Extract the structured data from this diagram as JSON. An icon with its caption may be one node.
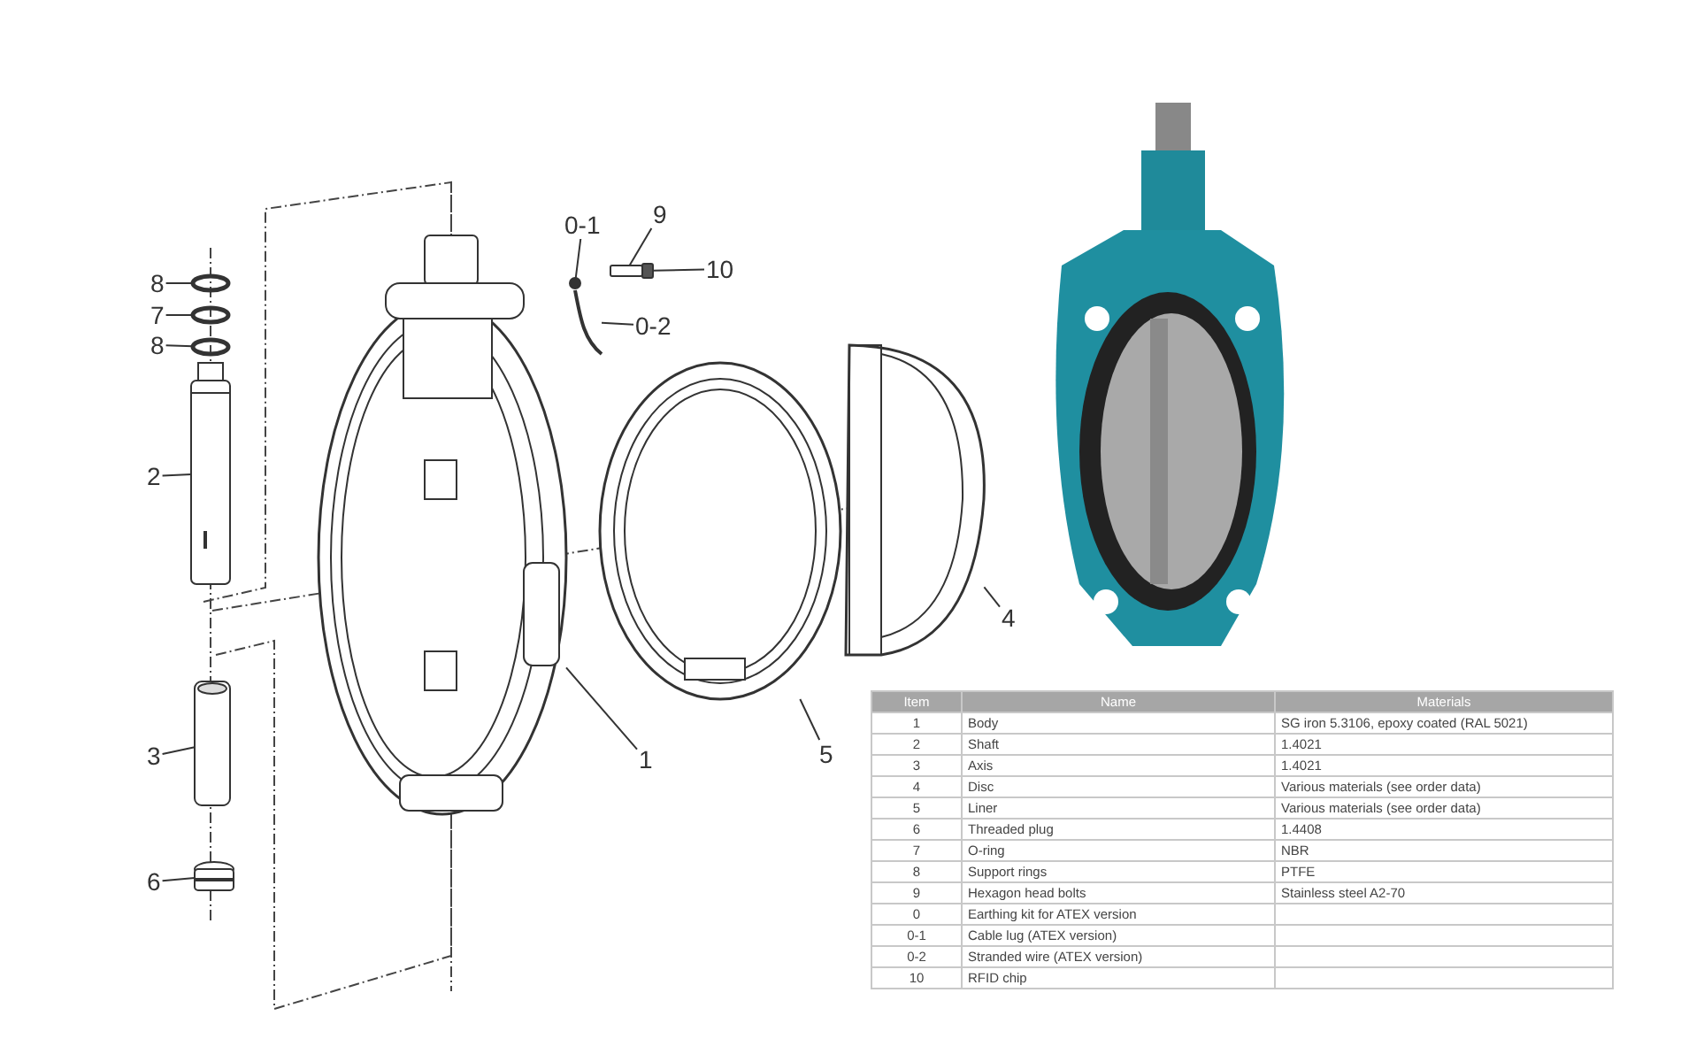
{
  "diagram": {
    "nodes": [
      {
        "text": [
          "8"
        ]
      },
      {
        "text": [],
        "shape": "circle"
      },
      {
        "text": [
          "7"
        ]
      },
      {
        "text": [],
        "shape": "circle"
      },
      {
        "text": [
          "8"
        ]
      },
      {
        "text": [],
        "shape": "circle"
      },
      {
        "text": [
          "2"
        ]
      },
      {
        "text": [],
        "shape": "picture"
      },
      {
        "text": [
          "0-1"
        ]
      },
      {
        "text": [],
        "shape": "circle"
      },
      {
        "text": [
          "9"
        ]
      },
      {
        "text": [],
        "shape": "box"
      },
      {
        "text": [
          "10"
        ]
      },
      {
        "text": [],
        "shape": "box"
      },
      {
        "text": [
          "0-2"
        ]
      },
      {
        "text": [],
        "shape": "picture"
      },
      {
        "text": [],
        "shape": "picture"
      },
      {
        "text": [],
        "shape": "picture"
      },
      {
        "text": [],
        "shape": "picture"
      },
      {
        "text": [
          "4"
        ]
      },
      {
        "text": [
          "5"
        ]
      },
      {
        "text": [
          "3"
        ]
      },
      {
        "text": [],
        "shape": "picture"
      },
      {
        "text": [
          "1"
        ]
      },
      {
        "text": [
          "6"
        ]
      },
      {
        "text": [],
        "shape": "picture"
      }
    ],
    "edges": [
      {
        "from": 0,
        "to": 1,
        "arrow": "none"
      },
      {
        "from": 2,
        "to": 3,
        "arrow": "none"
      },
      {
        "from": 4,
        "to": 5,
        "arrow": "none"
      },
      {
        "from": 6,
        "to": 7,
        "arrow": "none"
      },
      {
        "from": 8,
        "to": 9,
        "arrow": "none"
      },
      {
        "from": 10,
        "to": 11,
        "arrow": "none"
      },
      {
        "from": 12,
        "to": 13,
        "arrow": "none"
      },
      {
        "from": 14,
        "to": 15,
        "arrow": "none"
      },
      {
        "from": 19,
        "to": 18,
        "arrow": "none"
      },
      {
        "from": 20,
        "to": 17,
        "arrow": "none"
      },
      {
        "from": 21,
        "to": 22,
        "arrow": "none"
      },
      {
        "from": 23,
        "to": 16,
        "arrow": "none"
      },
      {
        "from": 24,
        "to": 25,
        "arrow": "none"
      }
    ],
    "labels": [
      "Item",
      "Name",
      "Materials",
      "1",
      "Body",
      "SG iron 5.3106, epoxy coated (RAL 5021)",
      "2",
      "Shaft",
      "1.4021",
      "3",
      "Axis",
      "1.4021",
      "4",
      "Disc",
      "Various materials (see order data)",
      "5",
      "Liner",
      "Various materials (see order data)",
      "6",
      "Threaded plug",
      "1.4408",
      "7",
      "O-ring",
      "NBR",
      "8",
      "Support rings",
      "PTFE",
      "9",
      "Hexagon head bolts",
      "Stainless steel A2-70",
      "0",
      "Earthing kit for ATEX version",
      "0-1",
      "Cable lug (ATEX version)",
      "0-2",
      "Stranded wire (ATEX version)",
      "10",
      "RFID chip"
    ]
  }
}
